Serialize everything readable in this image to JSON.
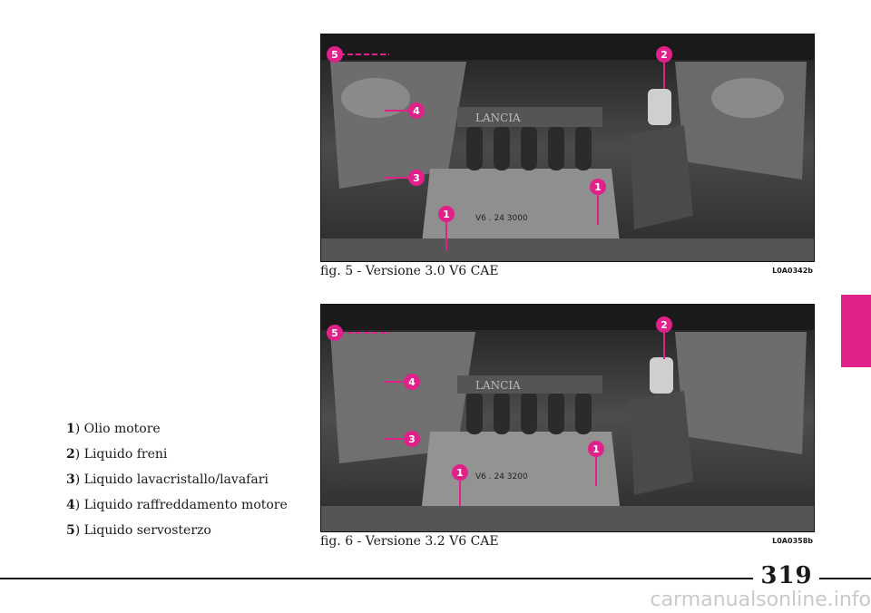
{
  "legend": [
    {
      "num": "1",
      "text": ") Olio motore"
    },
    {
      "num": "2",
      "text": ") Liquido freni"
    },
    {
      "num": "3",
      "text": ") Liquido lavacristallo/lavafari"
    },
    {
      "num": "4",
      "text": ") Liquido raffreddamento motore"
    },
    {
      "num": "5",
      "text": ") Liquido servosterzo"
    }
  ],
  "figures": [
    {
      "caption": "fig. 5 - Versione 3.0 V6 CAE",
      "code": "L0A0342b",
      "brand_text": "LANCIA",
      "engine_text": "V6 . 24    3000",
      "markers": [
        "1",
        "1",
        "2",
        "3",
        "4",
        "5"
      ]
    },
    {
      "caption": "fig. 6 - Versione 3.2 V6 CAE",
      "code": "L0A0358b",
      "brand_text": "LANCIA",
      "engine_text": "V6 . 24    3200",
      "markers": [
        "1",
        "1",
        "2",
        "3",
        "4",
        "5"
      ]
    }
  ],
  "page_number": "319",
  "watermark": "carmanualsonline.info",
  "colors": {
    "tab": "#e0218a",
    "marker": "#e0218a"
  }
}
